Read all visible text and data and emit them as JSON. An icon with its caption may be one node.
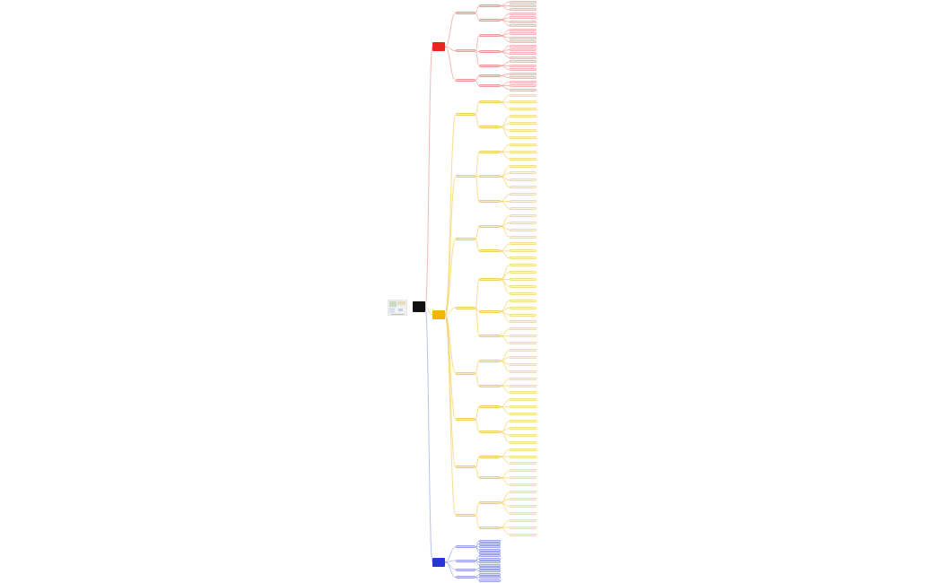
{
  "diagram": {
    "nodes": [
      {
        "text": [],
        "shape": "box"
      },
      {
        "text": [],
        "shape": "box"
      },
      {
        "text": [],
        "shape": "box"
      },
      {
        "text": [],
        "shape": "box"
      },
      {
        "text": [],
        "shape": "box"
      },
      {
        "text": [],
        "shape": "box"
      },
      {
        "text": [],
        "shape": "box"
      },
      {
        "text": [],
        "shape": "box"
      },
      {
        "text": [],
        "shape": "box"
      },
      {
        "text": [],
        "shape": "box"
      },
      {
        "text": [],
        "shape": "box"
      },
      {
        "text": [],
        "shape": "box"
      },
      {
        "text": [],
        "shape": "box"
      },
      {
        "text": [],
        "shape": "box"
      },
      {
        "text": [],
        "shape": "box"
      },
      {
        "text": [],
        "shape": "box"
      },
      {
        "text": [],
        "shape": "box"
      },
      {
        "text": [],
        "shape": "box"
      },
      {
        "text": [],
        "shape": "box"
      },
      {
        "text": [],
        "shape": "box"
      },
      {
        "text": [],
        "shape": "box"
      },
      {
        "text": [],
        "shape": "box"
      },
      {
        "text": [],
        "shape": "box"
      },
      {
        "text": [],
        "shape": "box"
      },
      {
        "text": [],
        "shape": "box"
      },
      {
        "text": [],
        "shape": "box"
      },
      {
        "text": [],
        "shape": "box"
      },
      {
        "text": [],
        "shape": "box"
      },
      {
        "text": [],
        "shape": "box"
      },
      {
        "text": [],
        "shape": "box"
      },
      {
        "text": [],
        "shape": "box"
      },
      {
        "text": [],
        "shape": "box"
      },
      {
        "text": [],
        "shape": "box"
      },
      {
        "text": [],
        "shape": "box"
      },
      {
        "text": [],
        "shape": "box"
      },
      {
        "text": [],
        "shape": "box"
      },
      {
        "text": [],
        "shape": "box"
      },
      {
        "text": [],
        "shape": "box"
      },
      {
        "text": [],
        "shape": "box"
      },
      {
        "text": [],
        "shape": "box"
      },
      {
        "text": [],
        "shape": "box"
      },
      {
        "text": [],
        "shape": "box"
      },
      {
        "text": [],
        "shape": "box"
      },
      {
        "text": [],
        "shape": "box"
      },
      {
        "text": [],
        "shape": "box"
      },
      {
        "text": [],
        "shape": "box"
      },
      {
        "text": [],
        "shape": "box"
      },
      {
        "text": [],
        "shape": "box"
      },
      {
        "text": [],
        "shape": "box"
      },
      {
        "text": [],
        "shape": "box"
      },
      {
        "text": [],
        "shape": "box"
      },
      {
        "text": [],
        "shape": "box"
      },
      {
        "text": [],
        "shape": "box"
      },
      {
        "text": [],
        "shape": "box"
      },
      {
        "text": [],
        "shape": "box"
      },
      {
        "text": [],
        "shape": "box"
      },
      {
        "text": [],
        "shape": "box"
      },
      {
        "text": [],
        "shape": "box"
      },
      {
        "text": [],
        "shape": "box"
      },
      {
        "text": [],
        "shape": "box"
      },
      {
        "text": [],
        "shape": "box"
      },
      {
        "text": [],
        "shape": "box"
      },
      {
        "text": [],
        "shape": "box"
      },
      {
        "text": [],
        "shape": "box"
      },
      {
        "text": [],
        "shape": "box"
      },
      {
        "text": [],
        "shape": "box"
      },
      {
        "text": [],
        "shape": "box"
      },
      {
        "text": [],
        "shape": "box"
      },
      {
        "text": [],
        "shape": "box"
      },
      {
        "text": [],
        "shape": "box"
      },
      {
        "text": [],
        "shape": "box"
      },
      {
        "text": [],
        "shape": "box"
      },
      {
        "text": [],
        "shape": "box"
      },
      {
        "text": [],
        "shape": "box"
      },
      {
        "text": [],
        "shape": "box"
      },
      {
        "text": [],
        "shape": "box"
      },
      {
        "text": [],
        "shape": "box"
      },
      {
        "text": [],
        "shape": "box"
      },
      {
        "text": [],
        "shape": "box"
      },
      {
        "text": [],
        "shape": "box"
      },
      {
        "text": [],
        "shape": "box"
      },
      {
        "text": [],
        "shape": "box"
      },
      {
        "text": [],
        "shape": "box"
      },
      {
        "text": [],
        "shape": "box"
      },
      {
        "text": [],
        "shape": "box"
      },
      {
        "text": [],
        "shape": "box"
      },
      {
        "text": [],
        "shape": "box"
      },
      {
        "text": [],
        "shape": "box"
      },
      {
        "text": [],
        "shape": "box"
      },
      {
        "text": [],
        "shape": "box"
      },
      {
        "text": [],
        "shape": "box"
      },
      {
        "text": [],
        "shape": "box"
      },
      {
        "text": [],
        "shape": "box"
      },
      {
        "text": [],
        "shape": "box"
      },
      {
        "text": [],
        "shape": "box"
      },
      {
        "text": [],
        "shape": "box"
      },
      {
        "text": [],
        "shape": "box"
      },
      {
        "text": [],
        "shape": "box"
      },
      {
        "text": [],
        "shape": "box"
      },
      {
        "text": [],
        "shape": "box"
      },
      {
        "text": [],
        "shape": "box"
      },
      {
        "text": [],
        "shape": "box"
      },
      {
        "text": [],
        "shape": "box"
      },
      {
        "text": [],
        "shape": "box"
      },
      {
        "text": [],
        "shape": "box"
      },
      {
        "text": [],
        "shape": "box"
      },
      {
        "text": [],
        "shape": "box"
      },
      {
        "text": [],
        "shape": "box"
      },
      {
        "text": [],
        "shape": "box"
      },
      {
        "text": [],
        "shape": "box"
      },
      {
        "text": [],
        "shape": "box"
      },
      {
        "text": [],
        "shape": "box"
      },
      {
        "text": [],
        "shape": "box"
      },
      {
        "text": [],
        "shape": "box"
      },
      {
        "text": [],
        "shape": "box"
      },
      {
        "text": [],
        "shape": "box"
      },
      {
        "text": [],
        "shape": "box"
      },
      {
        "text": [],
        "shape": "box"
      },
      {
        "text": [],
        "shape": "box"
      },
      {
        "text": [],
        "shape": "box"
      },
      {
        "text": [],
        "shape": "box"
      },
      {
        "text": [],
        "shape": "box"
      },
      {
        "text": [],
        "shape": "box"
      },
      {
        "text": [],
        "shape": "box"
      },
      {
        "text": [],
        "shape": "box"
      },
      {
        "text": [],
        "shape": "box"
      },
      {
        "text": [],
        "shape": "box"
      },
      {
        "text": [],
        "shape": "box"
      },
      {
        "text": [],
        "shape": "box"
      },
      {
        "text": [],
        "shape": "box"
      },
      {
        "text": [],
        "shape": "box"
      },
      {
        "text": [],
        "shape": "box"
      },
      {
        "text": [],
        "shape": "box"
      },
      {
        "text": [],
        "shape": "box"
      },
      {
        "text": [],
        "shape": "box"
      },
      {
        "text": [],
        "shape": "box"
      },
      {
        "text": [],
        "shape": "box"
      },
      {
        "text": [],
        "shape": "box"
      },
      {
        "text": [],
        "shape": "box"
      },
      {
        "text": [],
        "shape": "box"
      },
      {
        "text": [],
        "shape": "box"
      },
      {
        "text": [],
        "shape": "box"
      },
      {
        "text": [],
        "shape": "box"
      },
      {
        "text": [],
        "shape": "box"
      }
    ],
    "edges": [
      {
        "from": 0,
        "to": 1,
        "arrow": "none",
        "color": "#f19a9a"
      },
      {
        "from": 1,
        "to": 2,
        "arrow": "none",
        "color": "#f19a9a"
      },
      {
        "from": 2,
        "to": 3,
        "arrow": "none",
        "color": "#f19a9a"
      },
      {
        "from": 3,
        "to": 4,
        "arrow": "none",
        "color": "#f19a9a"
      },
      {
        "from": 3,
        "to": 5,
        "arrow": "none",
        "color": "#f19a9a"
      },
      {
        "from": 3,
        "to": 6,
        "arrow": "none",
        "color": "#f19a9a"
      },
      {
        "from": 2,
        "to": 7,
        "arrow": "none",
        "color": "#f19a9a"
      },
      {
        "from": 7,
        "to": 8,
        "arrow": "none",
        "color": "#f19a9a"
      },
      {
        "from": 7,
        "to": 9,
        "arrow": "none",
        "color": "#f19a9a"
      },
      {
        "from": 7,
        "to": 10,
        "arrow": "none",
        "color": "#f19a9a"
      },
      {
        "from": 7,
        "to": 11,
        "arrow": "none",
        "color": "#f19a9a"
      },
      {
        "from": 1,
        "to": 12,
        "arrow": "none",
        "color": "#f19a9a"
      },
      {
        "from": 12,
        "to": 13,
        "arrow": "none",
        "color": "#f19a9a"
      },
      {
        "from": 13,
        "to": 14,
        "arrow": "none",
        "color": "#f19a9a"
      },
      {
        "from": 13,
        "to": 15,
        "arrow": "none",
        "color": "#f19a9a"
      },
      {
        "from": 13,
        "to": 16,
        "arrow": "none",
        "color": "#f19a9a"
      },
      {
        "from": 13,
        "to": 17,
        "arrow": "none",
        "color": "#f19a9a"
      },
      {
        "from": 12,
        "to": 18,
        "arrow": "none",
        "color": "#f19a9a"
      },
      {
        "from": 18,
        "to": 19,
        "arrow": "none",
        "color": "#f19a9a"
      },
      {
        "from": 18,
        "to": 20,
        "arrow": "none",
        "color": "#f19a9a"
      },
      {
        "from": 18,
        "to": 21,
        "arrow": "none",
        "color": "#f19a9a"
      },
      {
        "from": 18,
        "to": 22,
        "arrow": "none",
        "color": "#f19a9a"
      },
      {
        "from": 12,
        "to": 23,
        "arrow": "none",
        "color": "#f19a9a"
      },
      {
        "from": 23,
        "to": 24,
        "arrow": "none",
        "color": "#f19a9a"
      },
      {
        "from": 23,
        "to": 25,
        "arrow": "none",
        "color": "#f19a9a"
      },
      {
        "from": 23,
        "to": 26,
        "arrow": "none",
        "color": "#f19a9a"
      },
      {
        "from": 1,
        "to": 27,
        "arrow": "none",
        "color": "#f19a9a"
      },
      {
        "from": 27,
        "to": 28,
        "arrow": "none",
        "color": "#f19a9a"
      },
      {
        "from": 28,
        "to": 29,
        "arrow": "none",
        "color": "#f19a9a"
      },
      {
        "from": 28,
        "to": 30,
        "arrow": "none",
        "color": "#f19a9a"
      },
      {
        "from": 27,
        "to": 31,
        "arrow": "none",
        "color": "#f19a9a"
      },
      {
        "from": 31,
        "to": 32,
        "arrow": "none",
        "color": "#f19a9a"
      },
      {
        "from": 31,
        "to": 33,
        "arrow": "none",
        "color": "#f19a9a"
      },
      {
        "from": 31,
        "to": 34,
        "arrow": "none",
        "color": "#f19a9a"
      },
      {
        "from": 0,
        "to": 35,
        "arrow": "none"
      },
      {
        "from": 35,
        "to": 36,
        "arrow": "none"
      },
      {
        "from": 36,
        "to": 37,
        "arrow": "none"
      },
      {
        "from": 37,
        "to": 38,
        "arrow": "none"
      },
      {
        "from": 37,
        "to": 39,
        "arrow": "none"
      },
      {
        "from": 37,
        "to": 40,
        "arrow": "none"
      },
      {
        "from": 36,
        "to": 41,
        "arrow": "none"
      },
      {
        "from": 41,
        "to": 42,
        "arrow": "none"
      },
      {
        "from": 41,
        "to": 43,
        "arrow": "none"
      },
      {
        "from": 41,
        "to": 44,
        "arrow": "none"
      },
      {
        "from": 41,
        "to": 45,
        "arrow": "none"
      },
      {
        "from": 35,
        "to": 46,
        "arrow": "none"
      },
      {
        "from": 46,
        "to": 47,
        "arrow": "none"
      },
      {
        "from": 47,
        "to": 48,
        "arrow": "none"
      },
      {
        "from": 47,
        "to": 49,
        "arrow": "none"
      },
      {
        "from": 47,
        "to": 50,
        "arrow": "none"
      },
      {
        "from": 46,
        "to": 51,
        "arrow": "none"
      },
      {
        "from": 51,
        "to": 52,
        "arrow": "none"
      },
      {
        "from": 51,
        "to": 53,
        "arrow": "none"
      },
      {
        "from": 51,
        "to": 54,
        "arrow": "none"
      },
      {
        "from": 51,
        "to": 55,
        "arrow": "none"
      },
      {
        "from": 46,
        "to": 56,
        "arrow": "none"
      },
      {
        "from": 56,
        "to": 57,
        "arrow": "none"
      },
      {
        "from": 56,
        "to": 58,
        "arrow": "none"
      },
      {
        "from": 56,
        "to": 59,
        "arrow": "none"
      },
      {
        "from": 35,
        "to": 60,
        "arrow": "none"
      },
      {
        "from": 60,
        "to": 61,
        "arrow": "none"
      },
      {
        "from": 61,
        "to": 62,
        "arrow": "none"
      },
      {
        "from": 61,
        "to": 63,
        "arrow": "none"
      },
      {
        "from": 61,
        "to": 64,
        "arrow": "none"
      },
      {
        "from": 61,
        "to": 65,
        "arrow": "none"
      },
      {
        "from": 60,
        "to": 66,
        "arrow": "none"
      },
      {
        "from": 66,
        "to": 67,
        "arrow": "none"
      },
      {
        "from": 66,
        "to": 68,
        "arrow": "none"
      },
      {
        "from": 66,
        "to": 69,
        "arrow": "none"
      },
      {
        "from": 35,
        "to": 70,
        "arrow": "none"
      },
      {
        "from": 70,
        "to": 71,
        "arrow": "none"
      },
      {
        "from": 71,
        "to": 72,
        "arrow": "none"
      },
      {
        "from": 71,
        "to": 73,
        "arrow": "none"
      },
      {
        "from": 71,
        "to": 74,
        "arrow": "none"
      },
      {
        "from": 71,
        "to": 75,
        "arrow": "none"
      },
      {
        "from": 71,
        "to": 76,
        "arrow": "none"
      },
      {
        "from": 70,
        "to": 77,
        "arrow": "none"
      },
      {
        "from": 77,
        "to": 78,
        "arrow": "none"
      },
      {
        "from": 77,
        "to": 79,
        "arrow": "none"
      },
      {
        "from": 77,
        "to": 80,
        "arrow": "none"
      },
      {
        "from": 77,
        "to": 81,
        "arrow": "none"
      },
      {
        "from": 70,
        "to": 82,
        "arrow": "none"
      },
      {
        "from": 82,
        "to": 83,
        "arrow": "none"
      },
      {
        "from": 82,
        "to": 84,
        "arrow": "none"
      },
      {
        "from": 82,
        "to": 85,
        "arrow": "none"
      },
      {
        "from": 35,
        "to": 86,
        "arrow": "none"
      },
      {
        "from": 86,
        "to": 87,
        "arrow": "none"
      },
      {
        "from": 87,
        "to": 88,
        "arrow": "none"
      },
      {
        "from": 87,
        "to": 89,
        "arrow": "none"
      },
      {
        "from": 87,
        "to": 90,
        "arrow": "none"
      },
      {
        "from": 87,
        "to": 91,
        "arrow": "none"
      },
      {
        "from": 86,
        "to": 92,
        "arrow": "none"
      },
      {
        "from": 92,
        "to": 93,
        "arrow": "none"
      },
      {
        "from": 92,
        "to": 94,
        "arrow": "none"
      },
      {
        "from": 92,
        "to": 95,
        "arrow": "none"
      },
      {
        "from": 35,
        "to": 96,
        "arrow": "none"
      },
      {
        "from": 96,
        "to": 97,
        "arrow": "none"
      },
      {
        "from": 97,
        "to": 98,
        "arrow": "none"
      },
      {
        "from": 97,
        "to": 99,
        "arrow": "none"
      },
      {
        "from": 97,
        "to": 100,
        "arrow": "none"
      },
      {
        "from": 96,
        "to": 101,
        "arrow": "none"
      },
      {
        "from": 101,
        "to": 102,
        "arrow": "none"
      },
      {
        "from": 101,
        "to": 103,
        "arrow": "none"
      },
      {
        "from": 101,
        "to": 104,
        "arrow": "none"
      },
      {
        "from": 101,
        "to": 105,
        "arrow": "none"
      },
      {
        "from": 35,
        "to": 106,
        "arrow": "none"
      },
      {
        "from": 106,
        "to": 107,
        "arrow": "none"
      },
      {
        "from": 107,
        "to": 108,
        "arrow": "none"
      },
      {
        "from": 107,
        "to": 109,
        "arrow": "none"
      },
      {
        "from": 107,
        "to": 110,
        "arrow": "none"
      },
      {
        "from": 106,
        "to": 111,
        "arrow": "none"
      },
      {
        "from": 111,
        "to": 112,
        "arrow": "none"
      },
      {
        "from": 111,
        "to": 113,
        "arrow": "none"
      },
      {
        "from": 111,
        "to": 114,
        "arrow": "none"
      },
      {
        "from": 35,
        "to": 115,
        "arrow": "none"
      },
      {
        "from": 115,
        "to": 116,
        "arrow": "none"
      },
      {
        "from": 116,
        "to": 117,
        "arrow": "none"
      },
      {
        "from": 116,
        "to": 118,
        "arrow": "none"
      },
      {
        "from": 116,
        "to": 119,
        "arrow": "none"
      },
      {
        "from": 116,
        "to": 120,
        "arrow": "none"
      },
      {
        "from": 115,
        "to": 121,
        "arrow": "none"
      },
      {
        "from": 121,
        "to": 122,
        "arrow": "none"
      },
      {
        "from": 121,
        "to": 123,
        "arrow": "none"
      },
      {
        "from": 121,
        "to": 124,
        "arrow": "none"
      },
      {
        "from": 0,
        "to": 125,
        "arrow": "none",
        "color": "#9aa4ec"
      },
      {
        "from": 125,
        "to": 126,
        "arrow": "none",
        "color": "#9aa4ec"
      },
      {
        "from": 126,
        "to": 127,
        "arrow": "none",
        "color": "#9aa4ec"
      },
      {
        "from": 126,
        "to": 128,
        "arrow": "none",
        "color": "#9aa4ec"
      },
      {
        "from": 126,
        "to": 129,
        "arrow": "none",
        "color": "#9aa4ec"
      },
      {
        "from": 126,
        "to": 130,
        "arrow": "none",
        "color": "#9aa4ec"
      },
      {
        "from": 126,
        "to": 131,
        "arrow": "none",
        "color": "#9aa4ec"
      },
      {
        "from": 125,
        "to": 132,
        "arrow": "none",
        "color": "#9aa4ec"
      },
      {
        "from": 132,
        "to": 133,
        "arrow": "none",
        "color": "#9aa4ec"
      },
      {
        "from": 132,
        "to": 134,
        "arrow": "none",
        "color": "#9aa4ec"
      },
      {
        "from": 132,
        "to": 135,
        "arrow": "none",
        "color": "#9aa4ec"
      },
      {
        "from": 132,
        "to": 136,
        "arrow": "none",
        "color": "#9aa4ec"
      },
      {
        "from": 125,
        "to": 137,
        "arrow": "none",
        "color": "#9aa4ec"
      },
      {
        "from": 137,
        "to": 138,
        "arrow": "none",
        "color": "#9aa4ec"
      },
      {
        "from": 137,
        "to": 139,
        "arrow": "none",
        "color": "#9aa4ec"
      },
      {
        "from": 125,
        "to": 140,
        "arrow": "none",
        "color": "#9aa4ec"
      },
      {
        "from": 140,
        "to": 141,
        "arrow": "none",
        "color": "#9aa4ec"
      },
      {
        "from": 140,
        "to": 142,
        "arrow": "none",
        "color": "#9aa4ec"
      },
      {
        "from": 140,
        "to": 143,
        "arrow": "none",
        "color": "#9aa4ec"
      }
    ]
  }
}
